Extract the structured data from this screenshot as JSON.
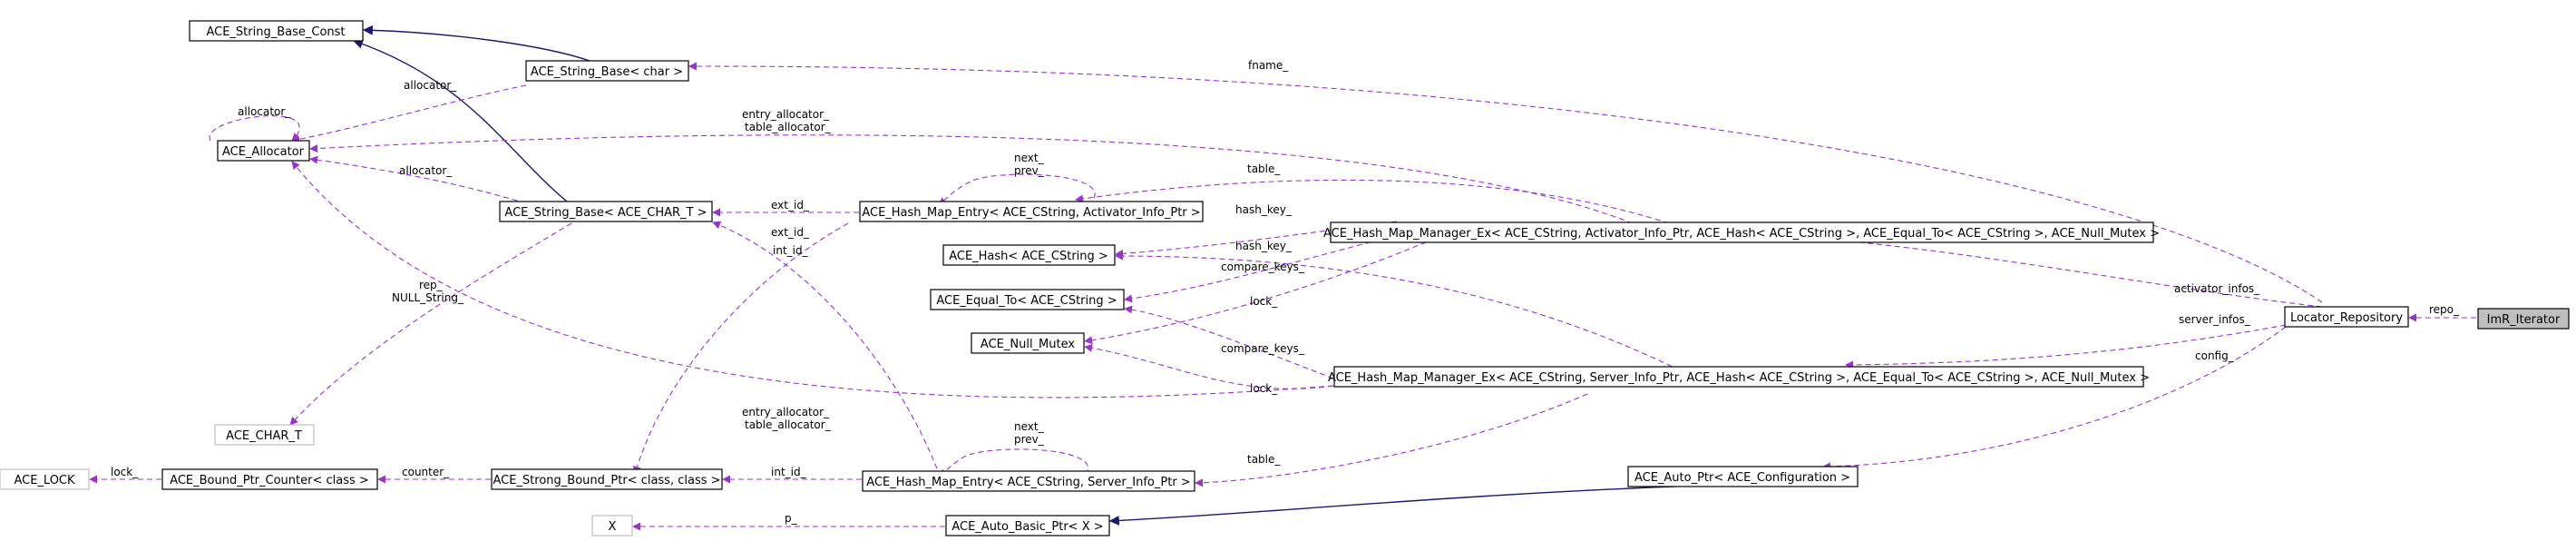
{
  "colors": {
    "usage_edge": "#9a32cd",
    "inheritance_edge": "#191970",
    "highlight_node": "#bfbfbf"
  },
  "nodes": {
    "imr_iterator": "ImR_Iterator",
    "locator_repository": "Locator_Repository",
    "string_base_const": "ACE_String_Base_Const",
    "string_base_char": "ACE_String_Base< char >",
    "allocator": "ACE_Allocator",
    "string_base_t": "ACE_String_Base< ACE_CHAR_T >",
    "hme_activator": "ACE_Hash_Map_Entry< ACE_CString, Activator_Info_Ptr >",
    "hmm_activator": "ACE_Hash_Map_Manager_Ex< ACE_CString, Activator_Info_Ptr, ACE_Hash< ACE_CString >, ACE_Equal_To< ACE_CString >, ACE_Null_Mutex >",
    "hash_cstring": "ACE_Hash< ACE_CString >",
    "equal_to_cstring": "ACE_Equal_To< ACE_CString >",
    "null_mutex": "ACE_Null_Mutex",
    "hmm_server": "ACE_Hash_Map_Manager_Ex< ACE_CString, Server_Info_Ptr, ACE_Hash< ACE_CString >, ACE_Equal_To< ACE_CString >, ACE_Null_Mutex >",
    "char_t": "ACE_CHAR_T",
    "ace_lock": "ACE_LOCK",
    "bound_ptr_counter": "ACE_Bound_Ptr_Counter< class >",
    "strong_bound_ptr": "ACE_Strong_Bound_Ptr< class, class >",
    "hme_server": "ACE_Hash_Map_Entry< ACE_CString, Server_Info_Ptr >",
    "auto_ptr_config": "ACE_Auto_Ptr< ACE_Configuration >",
    "x": "X",
    "auto_basic_ptr": "ACE_Auto_Basic_Ptr< X >"
  },
  "edge_labels": {
    "repo": "repo_",
    "fname": "fname_",
    "allocator_top": "allocator_",
    "allocator_self": "allocator_",
    "allocator_mid": "allocator_",
    "entry_allocator_1": "entry_allocator_",
    "table_allocator_1": "table_allocator_",
    "next_1": "next_",
    "prev_1": "prev_",
    "table_1": "table_",
    "ext_id_1": "ext_id_",
    "hash_key_1": "hash_key_",
    "hash_key_2": "hash_key_",
    "ext_id_2": "ext_id_",
    "compare_keys_1": "compare_keys_",
    "lock_1": "lock_",
    "activator_infos": "activator_infos_",
    "server_infos": "server_infos_",
    "int_id_1": "int_id_",
    "rep": "rep_",
    "null_string": "NULL_String_",
    "compare_keys_2": "compare_keys_",
    "lock_2": "lock_",
    "entry_allocator_2": "entry_allocator_",
    "table_allocator_2": "table_allocator_",
    "config": "config_",
    "next_2": "next_",
    "prev_2": "prev_",
    "lock_3": "lock_",
    "counter": "counter_",
    "int_id_2": "int_id_",
    "table_2": "table_",
    "p": "p_"
  }
}
